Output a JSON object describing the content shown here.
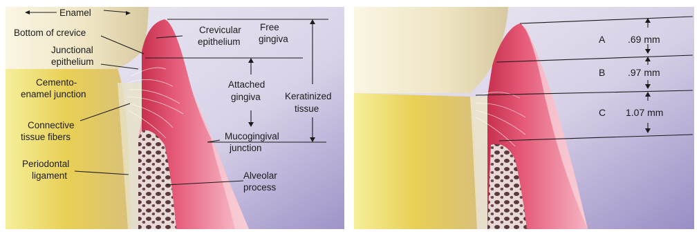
{
  "left_panel": {
    "labels": {
      "enamel": "Enamel",
      "bottom_of_crevice": "Bottom of crevice",
      "junctional_1": "Junctional",
      "junctional_2": "epithelium",
      "cemento_1": "Cemento-",
      "cemento_2": "enamel junction",
      "connective_1": "Connective",
      "connective_2": "tissue fibers",
      "periodontal_1": "Periodontal",
      "periodontal_2": "ligament",
      "crevicular_1": "Crevicular",
      "crevicular_2": "epithelium",
      "free_1": "Free",
      "free_2": "gingiva",
      "attached_1": "Attached",
      "attached_2": "gingiva",
      "keratinized_1": "Keratinized",
      "keratinized_2": "tissue",
      "mucogingival_1": "Mucogingival",
      "mucogingival_2": "junction",
      "alveolar_1": "Alveolar",
      "alveolar_2": "process"
    }
  },
  "right_panel": {
    "segments": [
      {
        "letter": "A",
        "measure": ".69 mm"
      },
      {
        "letter": "B",
        "measure": ".97 mm"
      },
      {
        "letter": "C",
        "measure": "1.07 mm"
      }
    ]
  },
  "colors": {
    "background_lavender": "#c9c2df",
    "gingiva_pink": "#e8677f",
    "tooth_cream": "#f3ecd2",
    "root_yellow": "#ead15a",
    "line_black": "#1a1a1a"
  }
}
